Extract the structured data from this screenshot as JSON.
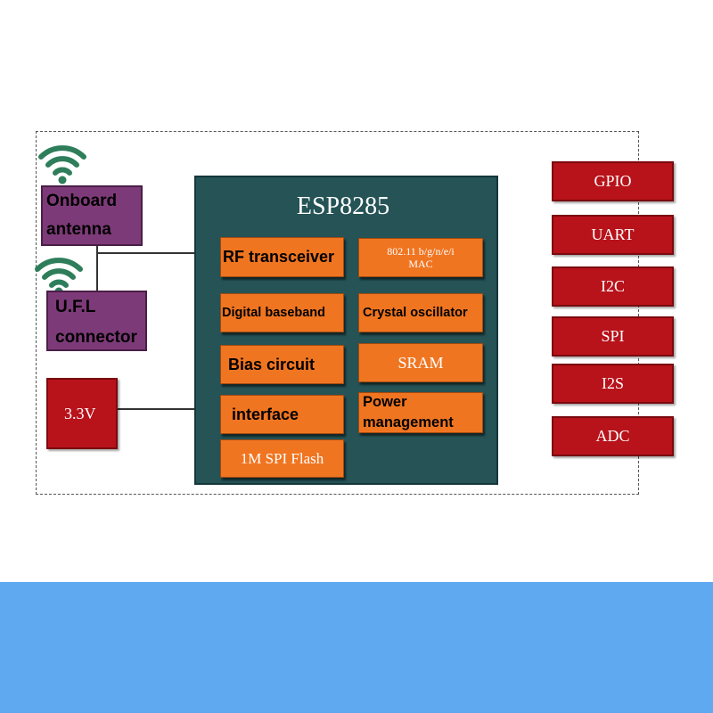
{
  "chip": {
    "title": "ESP8285",
    "blocks": {
      "rf_transceiver": "RF transceiver",
      "mac_line1": "802.11 b/g/n/e/i",
      "mac_line2": "MAC",
      "digital_baseband": "Digital baseband",
      "crystal_oscillator": "Crystal oscillator",
      "bias_circuit": "Bias circuit",
      "sram": "SRAM",
      "interface": "interface",
      "power_line1": "Power",
      "power_line2": "management",
      "spi_flash": "1M SPI Flash"
    }
  },
  "antenna": {
    "onboard_line1": "Onboard",
    "onboard_line2": "antenna",
    "ufl_line1": "U.F.L",
    "ufl_line2": "connector",
    "icon": "wifi-icon"
  },
  "power": {
    "label": "3.3V"
  },
  "peripherals": [
    "GPIO",
    "UART",
    "I2C",
    "SPI",
    "I2S",
    "ADC"
  ],
  "colors": {
    "chip": "#255356",
    "block": "#f07521",
    "peripheral": "#b8121a",
    "antenna": "#7d3a78",
    "wifi": "#2e7d5b",
    "band": "#5fa9f0"
  }
}
